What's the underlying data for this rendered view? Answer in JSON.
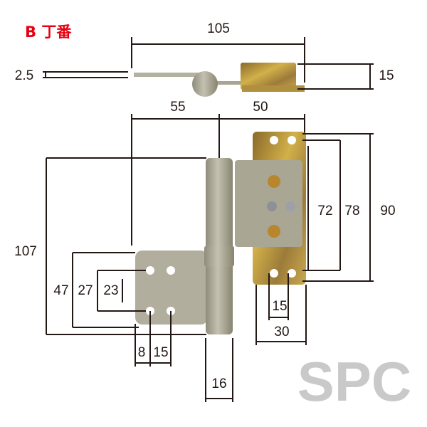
{
  "title": "B 丁番",
  "watermark": "SPC",
  "dimensions": {
    "top_width": "105",
    "leaf_thickness": "2.5",
    "top_depth": "15",
    "offset_left": "55",
    "offset_right": "50",
    "height_total": "107",
    "leaf_height": "47",
    "hole_27": "27",
    "hole_23": "23",
    "hole_8": "8",
    "hole_15": "15",
    "knuckle_dia": "16",
    "plate_72": "72",
    "plate_78": "78",
    "plate_90": "90",
    "plate_hole_15": "15",
    "plate_width": "30"
  },
  "colors": {
    "title": "#e60012",
    "hinge": "#a8a593",
    "gold": "#b8952e",
    "line": "#231815"
  }
}
